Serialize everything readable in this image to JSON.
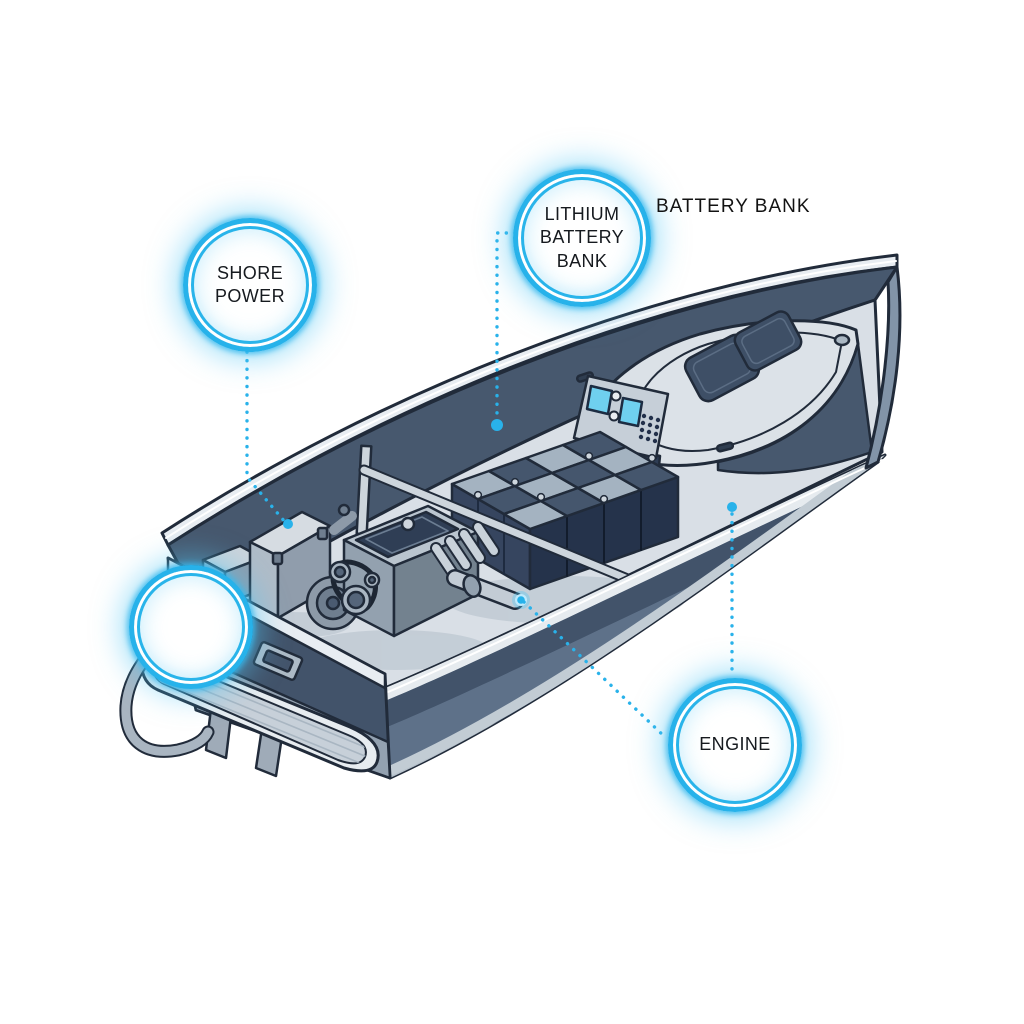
{
  "figure": {
    "background_color": "#ffffff",
    "accent_color": "#29b2ea",
    "outline_color": "#212b3a",
    "hull_colors": {
      "dark_band": "#42536a",
      "mid_band": "#5e7189",
      "light_stripe": "#b6c1cb",
      "lower_hull": "#8da0b2",
      "deck": "#d9dfe6",
      "interior_wall": "#47586e",
      "rub_rail": "#e8edf2"
    },
    "callouts": [
      {
        "name": "shore-power",
        "lines": [
          "SHORE",
          "POWER"
        ]
      },
      {
        "name": "lithium-battery-bank",
        "lines": [
          "LITHIUM",
          "BATTERY",
          "BANK"
        ]
      },
      {
        "name": "engine",
        "lines": [
          "ENGINE"
        ]
      }
    ],
    "floating_label": {
      "text": "BATTERY BANK"
    },
    "illustration": {
      "subject": "cutaway-boat-power-system",
      "parts": [
        "hull",
        "transom",
        "swim-platform",
        "shore-power-inlet",
        "shore-power-cable",
        "charger-box",
        "engine",
        "driveshaft",
        "battery-bank",
        "helm-console",
        "bow-deck",
        "deck-hatches",
        "guard-rail"
      ]
    }
  }
}
